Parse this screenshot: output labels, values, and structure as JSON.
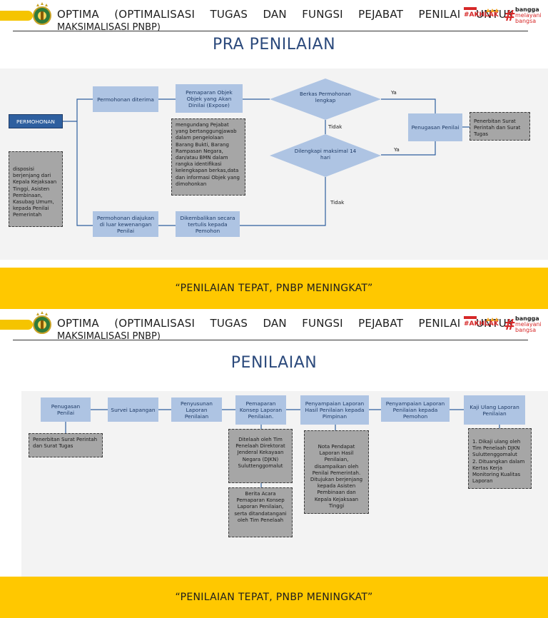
{
  "header": {
    "title_line1": "OPTIMA (OPTIMALISASI TUGAS DAN FUNGSI PEJABAT PENILAI UNTUK",
    "title_line2": "MAKSIMALISASI PNBP)",
    "logo_akhlak": "#AKHLAK",
    "logo_bangga_1": "bangga",
    "logo_bangga_2": "melayani",
    "logo_bangga_3": "bangsa",
    "accent_color": "#f5c400",
    "title_color": "#2c4a7c"
  },
  "slide1": {
    "title": "PRA PENILAIAN",
    "footer": "“PENILAIAN TEPAT, PNBP MENINGKAT”",
    "nodes": {
      "permohonan": "PERMOHONAN",
      "diterima": "Permohonan diterima",
      "pemaparan": "Pemaparan Objek Objek yang Akan Dinilai (Expose)",
      "berkas": "Berkas Permohonan lengkap",
      "dilengkapi": "Dilengkapi maksimal 14 hari",
      "penugasan": "Penugasan Penilai",
      "diajukan": "Permohonan diajukan di luar kewenangan Penilai",
      "dikembalikan": "Dikembalikan secara tertulis kepada Pemohon"
    },
    "notes": {
      "disposisi": "disposisi berjenjang dari Kepala Kejaksaan Tinggi, Asisten Pembinaan, Kasubag Umum, kepada Penilai Pemerintah",
      "mengundang": "mengundang Pejabat yang bertanggungjawab dalam pengelolaan Barang Bukti, Barang Rampasan Negara, dan/atau BMN dalam rangka identifikasi kelengkapan berkas,data dan informasi Objek yang dimohonkan",
      "sprint": "Penerbitan Surat Perintah dan Surat Tugas"
    },
    "labels": {
      "ya1": "Ya",
      "ya2": "Ya",
      "tidak1": "Tidak",
      "tidak2": "Tidak"
    }
  },
  "slide2": {
    "title": "PENILAIAN",
    "footer": "“PENILAIAN TEPAT, PNBP MENINGKAT”",
    "steps": [
      "Penugasan Penilai",
      "Survei Lapangan",
      "Penyusunan Laporan Penilaian",
      "Pemaparan Konsep Laporan Penilaian.",
      "Penyampaian Laporan Hasil Penilaian kepada Pimpinan",
      "Penyampaian Laporan Penilaian kepada Pemohon",
      "Kaji Ulang Laporan Penilaian"
    ],
    "notes": {
      "sprint": "Penerbitan Surat Perintah dan Surat Tugas",
      "ditelaah": "Ditelaah oleh Tim Penelaah Direktorat Jenderal Kekayaan Negara (DJKN) Suluttenggomalut",
      "berita": "Berita Acara Pemaparan Konsep Laporan Penilaian, serta ditandatangani oleh Tim Penelaah",
      "nota": "Nota Pendapat Laporan Hasil Penilaian, disampaikan oleh Penilai Pemerintah. Ditujukan berjenjang kepada Asisten Pembinaan dan Kepala Kejaksaan Tinggi",
      "kaji": "1. Dikaji ulang oleh Tim Penelaah DJKN Suluttenggomalut\n2. Dituangkan dalam Kertas Kerja Monitoring Kualitas Laporan"
    }
  }
}
